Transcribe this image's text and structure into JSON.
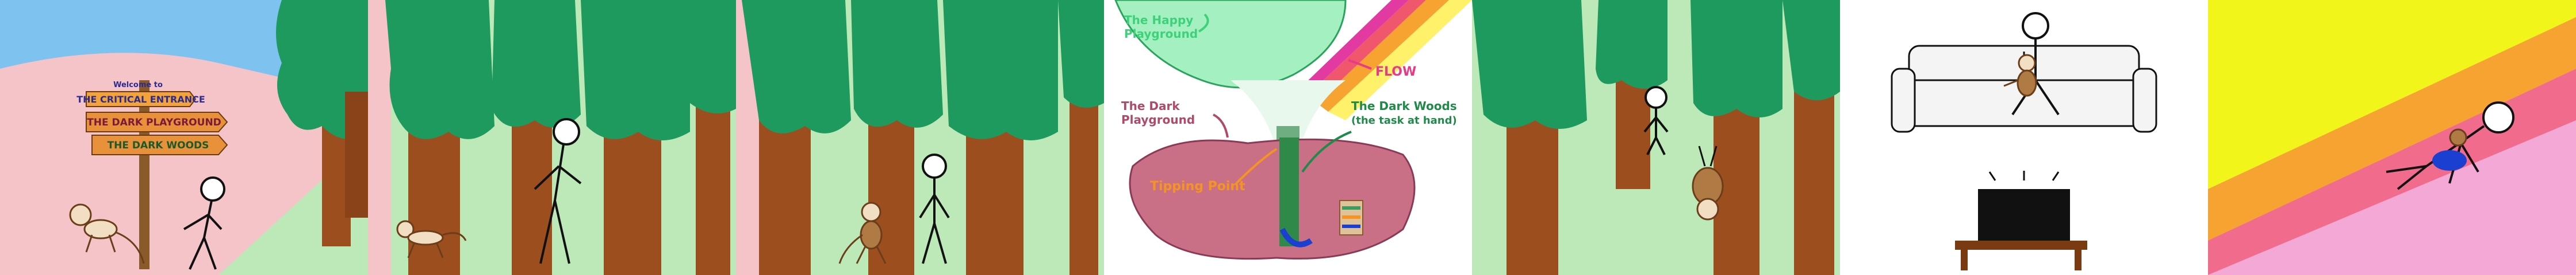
{
  "comic": {
    "panel1": {
      "sign_top": "Welcome to",
      "sign_line1": "THE CRITICAL ENTRANCE",
      "sign_line2": "THE DARK PLAYGROUND",
      "sign_line3": "THE DARK WOODS"
    },
    "panel4": {
      "happy_label_1": "The Happy",
      "happy_label_2": "Playground",
      "flow_label": "FLOW",
      "dark_playground_1": "The Dark",
      "dark_playground_2": "Playground",
      "dark_woods_1": "The Dark Woods",
      "dark_woods_2": "(the task at hand)",
      "tipping_point": "Tipping Point"
    }
  },
  "colors": {
    "sky": "#7ec3ef",
    "pink_ground": "#f5c4c9",
    "grass": "#bde9b8",
    "tree_canopy": "#1f9a5e",
    "trunk": "#9c4e1e",
    "happy_green": "#3dd27a",
    "dark_pink": "#c96f86",
    "flow_pink": "#e83a86",
    "orange": "#f39423",
    "blue": "#1b3fd1",
    "couch": "#f4f4f4",
    "tv_table": "#7a3a12"
  }
}
